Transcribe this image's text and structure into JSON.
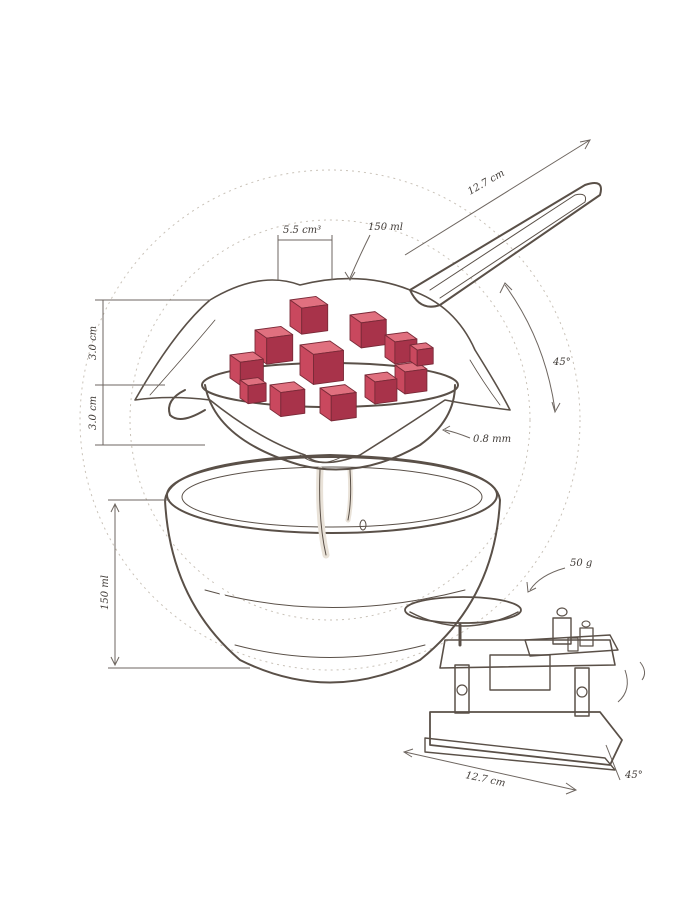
{
  "labels": {
    "cube_size": "5.5 cm³",
    "strainer_volume": "150 ml",
    "handle_length": "12.7 cm",
    "handle_angle": "45°",
    "upper_height": "3.0 cm",
    "lower_height": "3.0 cm",
    "mesh_size": "0.8 mm",
    "bowl_volume": "150 ml",
    "scale_weight": "50 g",
    "scale_width": "12.7 cm",
    "scale_angle": "45°"
  },
  "colors": {
    "ink": "#5a5048",
    "cloth": "#f3e6d3",
    "cube_light": "#e0707f",
    "cube_mid": "#c9485e",
    "cube_dark": "#a8334a",
    "bowl": "#f7efe4",
    "brass": "#efe2cd"
  }
}
